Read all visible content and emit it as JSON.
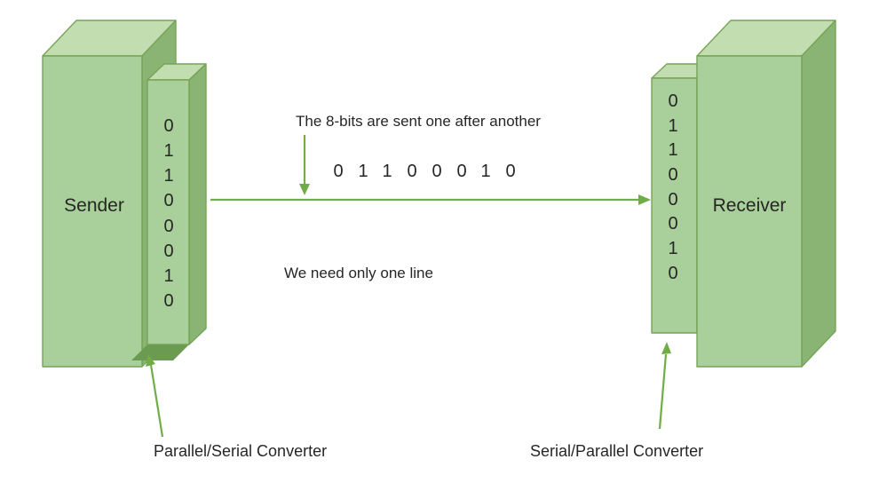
{
  "diagram": {
    "colors": {
      "box_front": "#a9cf9a",
      "box_top": "#c2deb1",
      "box_side": "#8ab473",
      "box_bottom": "#6a9b50",
      "box_border": "#76a457",
      "arrow": "#70ad47",
      "text": "#262626"
    },
    "sender": {
      "label": "Sender",
      "converter_bits": [
        "0",
        "1",
        "1",
        "0",
        "0",
        "0",
        "1",
        "0"
      ]
    },
    "receiver": {
      "label": "Receiver",
      "converter_bits": [
        "0",
        "1",
        "1",
        "0",
        "0",
        "0",
        "1",
        "0"
      ]
    },
    "channel": {
      "caption_top": "The 8-bits are sent one after another",
      "caption_bottom": "We need only one line",
      "serial_bits": [
        "0",
        "1",
        "1",
        "0",
        "0",
        "0",
        "1",
        "0"
      ]
    },
    "labels": {
      "left_converter": "Parallel/Serial Converter",
      "right_converter": "Serial/Parallel Converter"
    }
  }
}
